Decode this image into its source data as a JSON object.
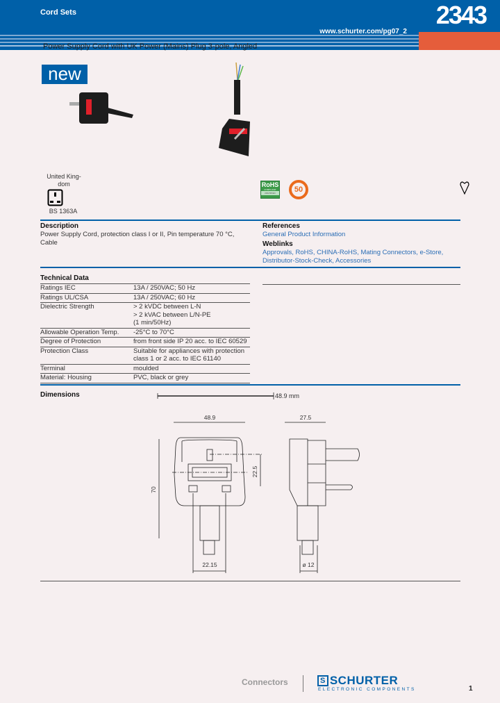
{
  "header": {
    "series": "Cord Sets",
    "product_number": "2343",
    "url": "www.schurter.com/pg07_2",
    "colors": {
      "brand_blue": "#0060a8",
      "accent_orange": "#e55d3b"
    }
  },
  "title": "Power Supply Cord with UK Power (Mains) Plug 3-pole, Angled",
  "badge": "new",
  "certifications": {
    "country": "United King-dom",
    "country_line1": "United King-",
    "country_line2": "dom",
    "plug_standard": "BS 1363A",
    "rohs": "RoHS",
    "rohs_sub": "COMPLIANT",
    "rohs_dir": "2002/95/EC",
    "china_rohs": "50",
    "icons": [
      "uk-plug-icon",
      "rohs-icon",
      "china-rohs-50-icon",
      "bsi-kitemark-icon"
    ]
  },
  "description": {
    "heading": "Description",
    "text": "Power Supply Cord, protection class I or II, Pin temperature 70 °C, Cable"
  },
  "references": {
    "heading": "References",
    "links": [
      "General Product Information"
    ]
  },
  "weblinks": {
    "heading": "Weblinks",
    "line1": "Approvals, RoHS, CHINA-RoHS, Mating Connectors, e-Store,",
    "line2": "Distributor-Stock-Check, Accessories"
  },
  "technical_data": {
    "heading": "Technical Data",
    "rows": [
      {
        "k": "Ratings IEC",
        "v": "13A / 250VAC; 50 Hz"
      },
      {
        "k": "Ratings UL/CSA",
        "v": "13A / 250VAC; 60 Hz"
      },
      {
        "k": "Dielectric Strength",
        "v": "> 2 kVDC between L-N",
        "v2": "> 2 kVAC between L/N-PE",
        "v3": "(1 min/50Hz)"
      },
      {
        "k": "Allowable Operation Temp.",
        "v": "-25°C to 70°C"
      },
      {
        "k": "Degree of Protection",
        "v": "from front side IP 20 acc. to IEC 60529"
      },
      {
        "k": "Protection Class",
        "v": "Suitable for appliances with protection",
        "v2": "class 1 or 2 acc. to IEC 61140"
      },
      {
        "k": "Terminal",
        "v": "moulded"
      },
      {
        "k": "Material: Housing",
        "v": "PVC, black or grey"
      }
    ]
  },
  "dimensions": {
    "heading": "Dimensions",
    "scale": "48.9 mm",
    "width": "48.9",
    "depth": "27.5",
    "height": "70",
    "pin_spacing": "22.5",
    "cord_width": "22.15",
    "cord_dia": "ø 12"
  },
  "footer": {
    "category": "Connectors",
    "brand": "SCHURTER",
    "brand_sub": "ELECTRONIC COMPONENTS",
    "page": "1"
  }
}
